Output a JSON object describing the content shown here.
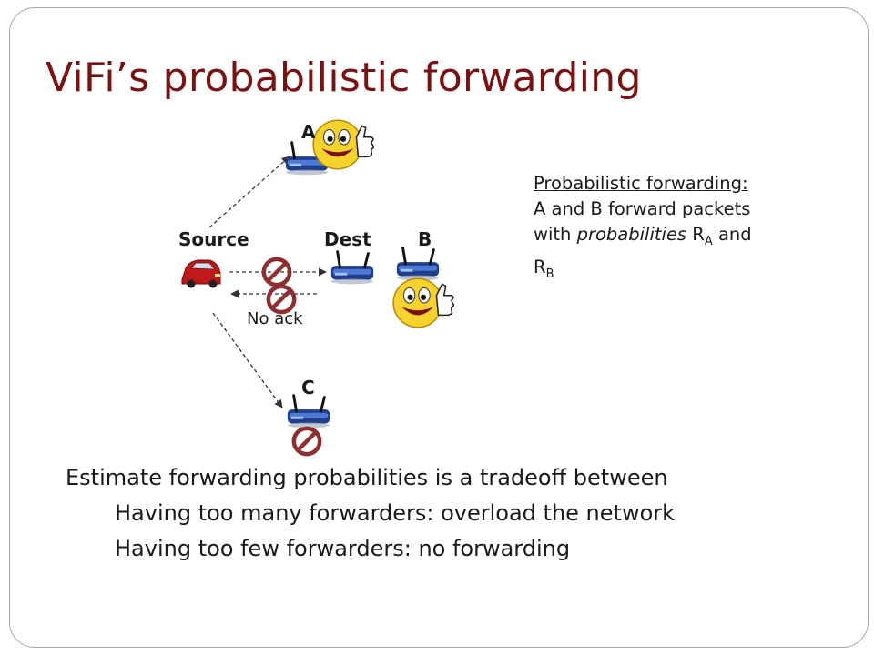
{
  "slide": {
    "title": "ViFi’s probabilistic forwarding"
  },
  "diagram": {
    "nodes": {
      "a": "A",
      "b": "B",
      "c": "C",
      "source": "Source",
      "dest": "Dest"
    },
    "no_ack": "No ack",
    "icons": [
      "car-icon",
      "router-icon",
      "smiley-thumbs-up-icon",
      "prohibited-icon"
    ]
  },
  "note": {
    "header": "Probabilistic forwarding:",
    "line1": "A and B forward packets",
    "line2_pre": "with ",
    "line2_em": "probabilities",
    "line2_post": " R",
    "sub_a": "A",
    "and": " and",
    "r": "R",
    "sub_b": "B"
  },
  "bullets": {
    "main": "Estimate forwarding probabilities is a tradeoff between",
    "sub1": "Having too many forwarders: overload the network",
    "sub2": "Having too few forwarders: no forwarding"
  },
  "colors": {
    "title": "#7b1212",
    "router": "#1f3f8c",
    "prohibited": "#8e2f2f",
    "smiley": "#f6d32c",
    "car": "#c0191a"
  }
}
